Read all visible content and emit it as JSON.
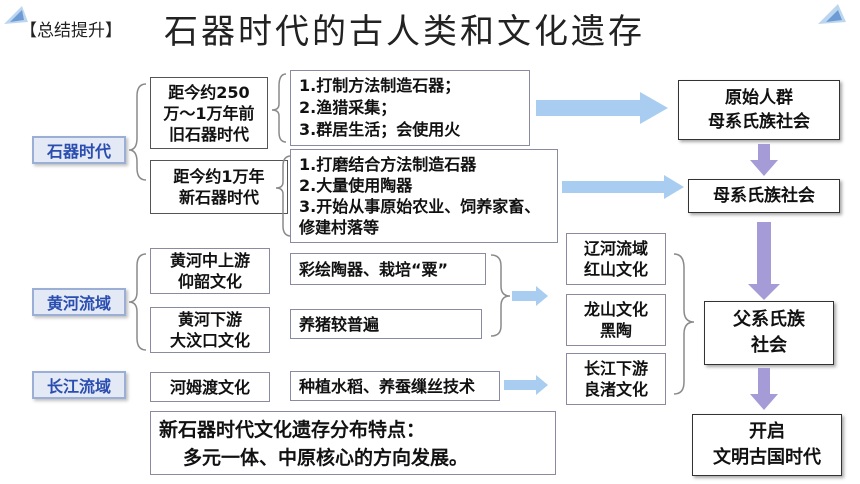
{
  "header": {
    "tag": "【总结提升】",
    "title": "石器时代的古人类和文化遗存"
  },
  "regions": {
    "stone_age": "石器时代",
    "yellow_river": "黄河流域",
    "yangtze": "长江流域"
  },
  "periods": {
    "paleolithic": "距今约250\n万～1万年前\n旧石器时代",
    "neolithic": "距今约1万年\n新石器时代"
  },
  "features": {
    "paleolithic": "1.打制方法制造石器；\n2.渔猎采集；\n3.群居生活；会使用火",
    "neolithic": "1.打磨结合方法制造石器\n2.大量使用陶器\n3.开始从事原始农业、饲养家畜、\n修建村落等"
  },
  "cultures": {
    "yangshao": "黄河中上游\n仰韶文化",
    "dawenkou": "黄河下游\n大汶口文化",
    "hemudu": "河姆渡文化"
  },
  "culture_features": {
    "yangshao": "彩绘陶器、栽培“粟”",
    "dawenkou": "养猪较普遍",
    "hemudu": "种植水稻、养蚕缫丝技术"
  },
  "other_cultures": {
    "hongshan": "辽河流域\n红山文化",
    "longshan": "龙山文化\n黑陶",
    "liangzhu": "长江下游\n良渚文化"
  },
  "results": {
    "primitive": "原始人群\n母系氏族社会",
    "matrilineal": "母系氏族社会",
    "patrilineal": "父系氏族\n社会",
    "civilization": "开启\n文明古国时代"
  },
  "summary": {
    "title": "新石器时代文化遗存分布特点：",
    "text": "多元一体、中原核心的方向发展。"
  },
  "colors": {
    "arrow_blue": "#a9cdf0",
    "arrow_purple": "#a59bd6",
    "title_text": "#222222",
    "region_text": "#2a4db0"
  }
}
